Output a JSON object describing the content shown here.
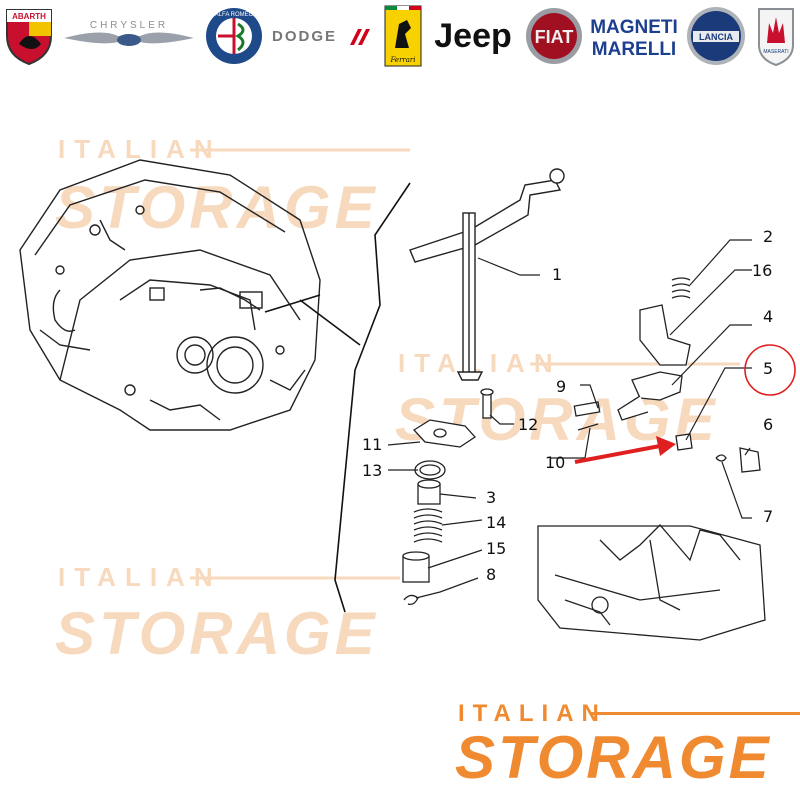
{
  "brands": [
    {
      "name": "abarth-logo",
      "label": "ABARTH"
    },
    {
      "name": "chrysler-logo",
      "label": "CHRYSLER"
    },
    {
      "name": "alfa-romeo-logo",
      "label": "ALFA ROMEO"
    },
    {
      "name": "dodge-logo",
      "label": "DODGE"
    },
    {
      "name": "ferrari-logo",
      "label": "Ferrari"
    },
    {
      "name": "jeep-logo",
      "label": "Jeep"
    },
    {
      "name": "fiat-logo",
      "label": "FIAT"
    },
    {
      "name": "magneti-marelli-logo",
      "label": "MAGNETI MARELLI"
    },
    {
      "name": "lancia-logo",
      "label": "LANCIA"
    },
    {
      "name": "maserati-logo",
      "label": "MASERATI"
    }
  ],
  "watermark": {
    "line1": "ITALIAN",
    "line2": "STORAGE"
  },
  "footer_logo": {
    "line1": "ITALIAN",
    "line2": "STORAGE"
  },
  "callouts": {
    "c1": "1",
    "c2": "2",
    "c3": "3",
    "c4": "4",
    "c5": "5",
    "c6": "6",
    "c7": "7",
    "c8": "8",
    "c9": "9",
    "c10": "10",
    "c11": "11",
    "c12": "12",
    "c13": "13",
    "c14": "14",
    "c15": "15",
    "c16": "16"
  },
  "colors": {
    "watermark": "#f7d9bd",
    "logo_orange": "#f08a30",
    "arrow_red": "#e02020",
    "highlight_circle": "#e02020"
  }
}
